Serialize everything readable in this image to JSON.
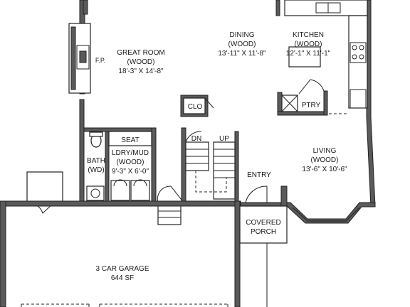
{
  "rooms": {
    "great_room": {
      "name": "GREAT ROOM",
      "material": "(WOOD)",
      "dims": "18'-3\" X 14'-8\""
    },
    "fireplace": {
      "name": "F.P."
    },
    "dining": {
      "name": "DINING",
      "material": "(WOOD)",
      "dims": "13'-11\" X 11'-8\""
    },
    "kitchen": {
      "name": "KITCHEN",
      "material": "(WOOD)",
      "dims": "12'-1\" X 11'-1\""
    },
    "closet": {
      "name": "CLO"
    },
    "pantry": {
      "name": "PTRY"
    },
    "stairs": {
      "down": "DN",
      "up": "UP"
    },
    "seat": {
      "name": "SEAT"
    },
    "laundry": {
      "name": "LDRY/MUD",
      "material": "(WOOD)",
      "dims": "9'-3\" X 6'-0\""
    },
    "bath": {
      "name": "BATH",
      "material": "(WD)"
    },
    "living": {
      "name": "LIVING",
      "material": "(WOOD)",
      "dims": "13'-6\" X 10'-6\""
    },
    "entry": {
      "name": "ENTRY"
    },
    "porch": {
      "line1": "COVERED",
      "line2": "PORCH"
    },
    "garage": {
      "name": "3 CAR GARAGE",
      "area": "644 SF"
    }
  }
}
